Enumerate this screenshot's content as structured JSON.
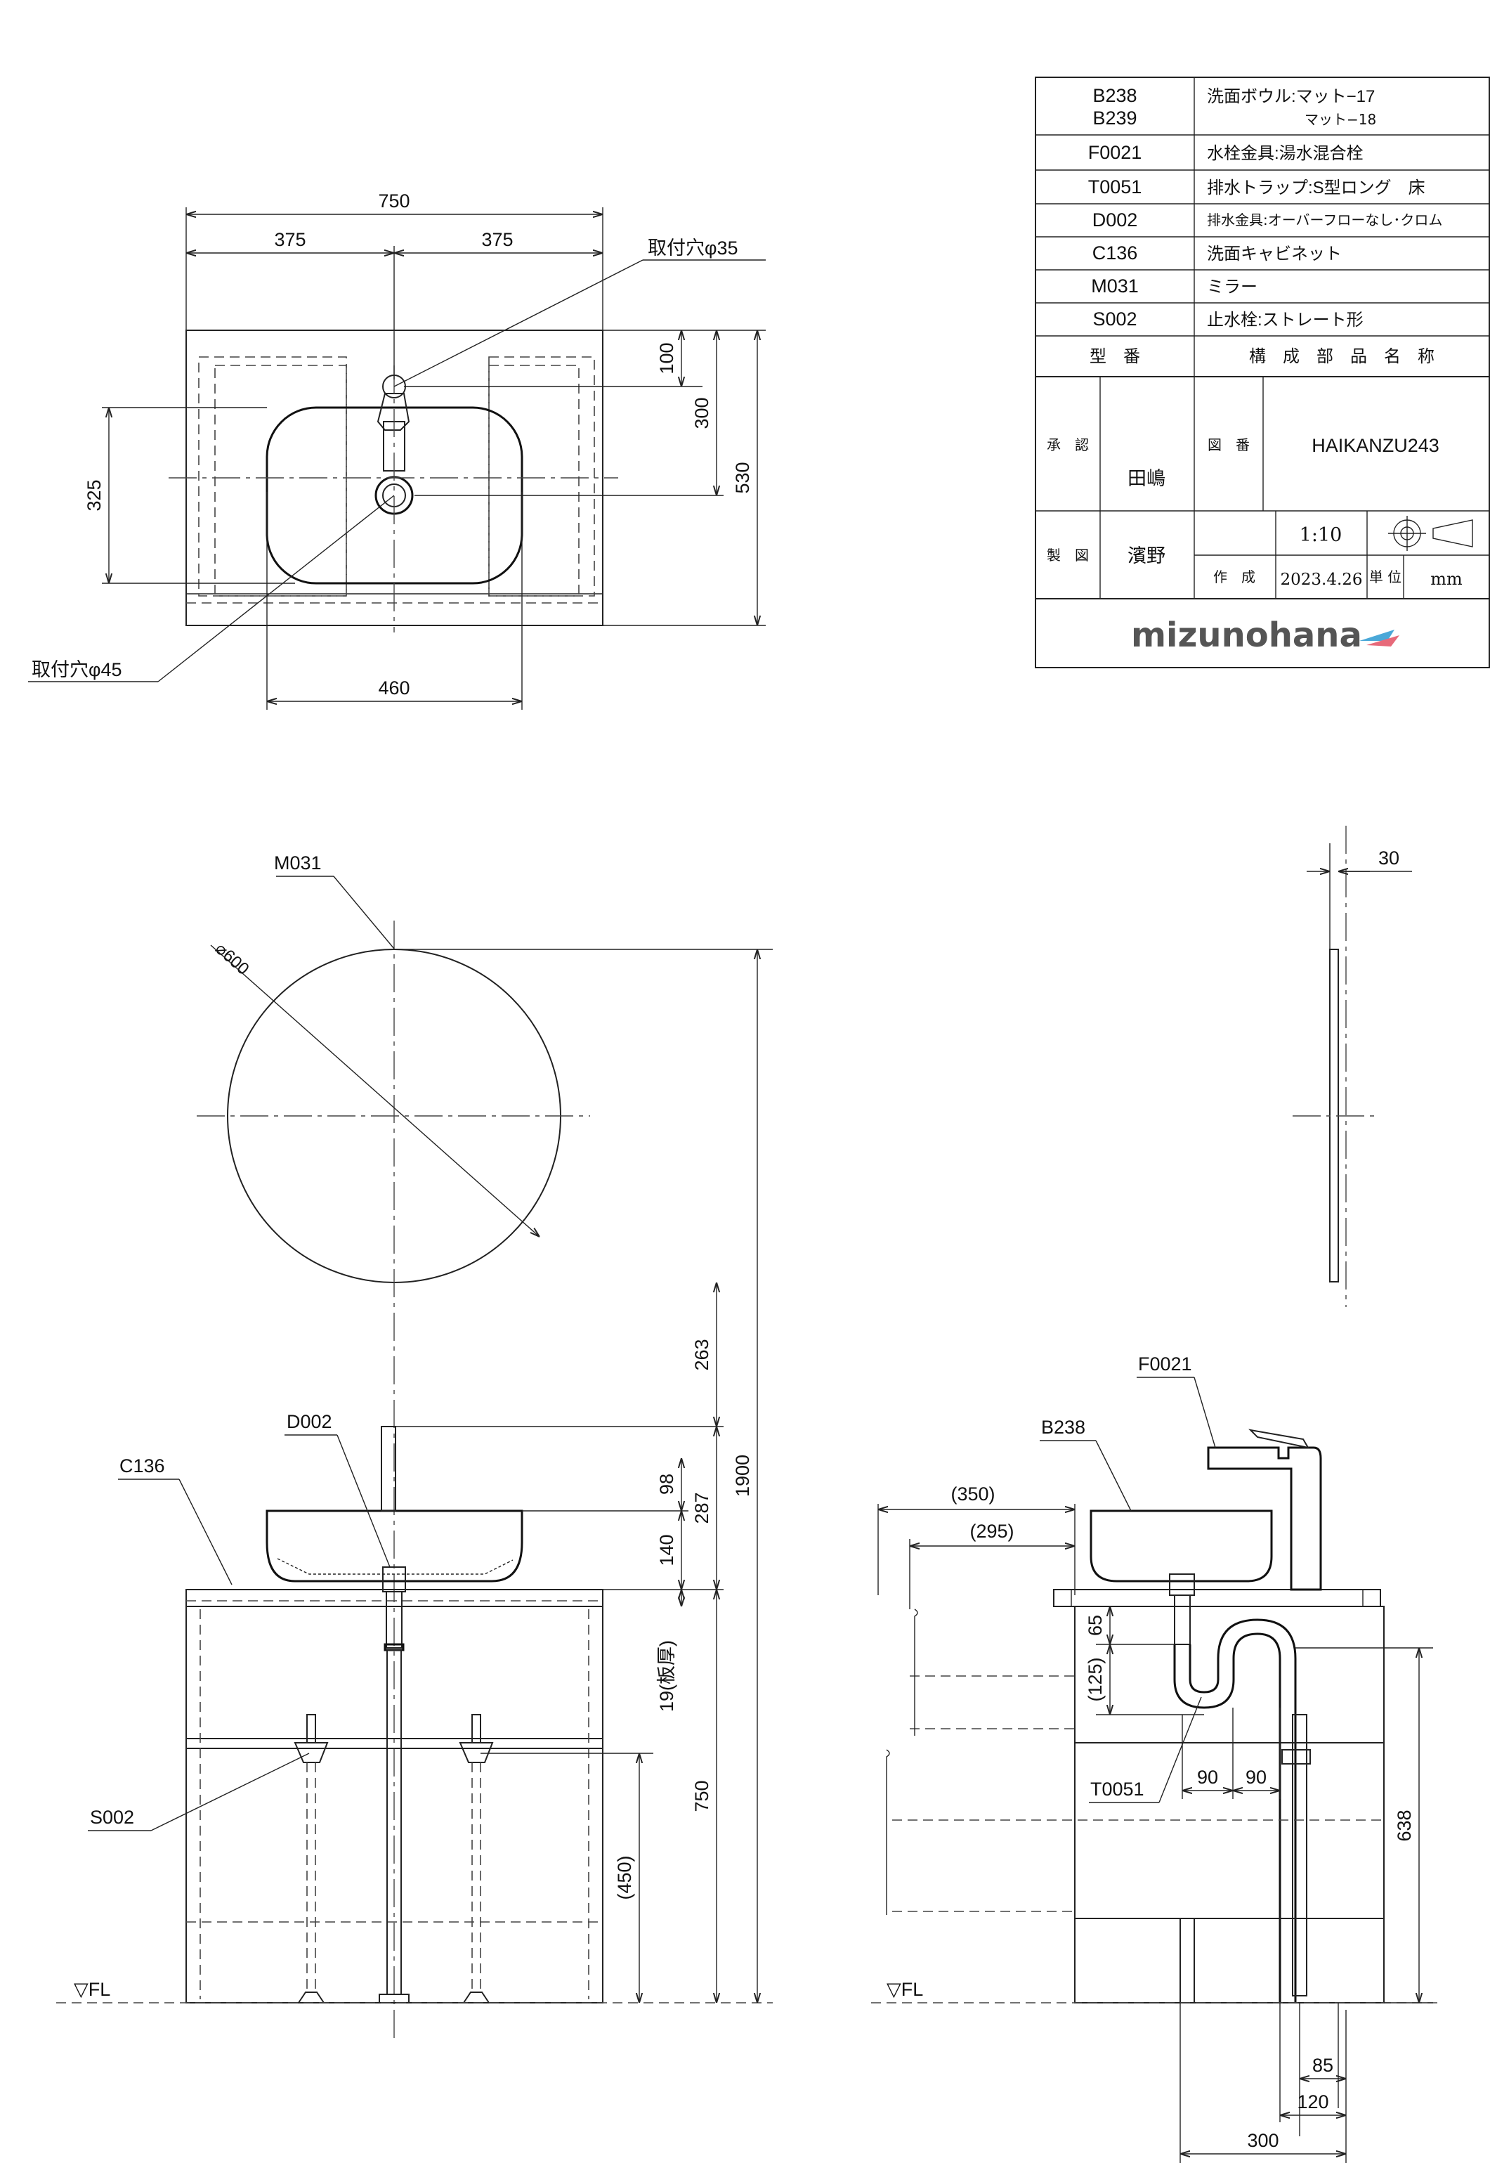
{
  "parts_table": {
    "rows": [
      {
        "code": "B238",
        "code2": "B239",
        "name": "洗面ボウル:マット−17",
        "name2": "マット−18"
      },
      {
        "code": "F0021",
        "name": "水栓金具:湯水混合栓"
      },
      {
        "code": "T0051",
        "name": "排水トラップ:S型ロング　床"
      },
      {
        "code": "D002",
        "name": "排水金具:オーバーフローなし･クロム"
      },
      {
        "code": "C136",
        "name": "洗面キャビネット"
      },
      {
        "code": "M031",
        "name": "ミラー"
      },
      {
        "code": "S002",
        "name": "止水栓:ストレート形"
      }
    ],
    "header_code": "型　番",
    "header_name": "構　成　部　品　名　称"
  },
  "title_block": {
    "approve_label": "承　認",
    "approver": "田嶋",
    "drafter_label": "製　図",
    "drafter": "濱野",
    "drawing_no_label": "図　番",
    "drawing_no": "HAIKANZU243",
    "scale": "1:10",
    "created_label": "作　成",
    "created_date": "2023.4.26",
    "unit_label": "単 位",
    "unit": "mm",
    "logo": "mizunohana"
  },
  "top_view": {
    "dim_total": "750",
    "dim_left": "375",
    "dim_right": "375",
    "hole_faucet": "取付穴φ35",
    "hole_drain": "取付穴φ45",
    "dim_100": "100",
    "dim_300": "300",
    "dim_530": "530",
    "dim_325": "325",
    "dim_460": "460"
  },
  "front_view": {
    "label_mirror": "M031",
    "mirror_dia": "⌀600",
    "label_drain": "D002",
    "label_cabinet": "C136",
    "label_stop": "S002",
    "fl": "▽FL",
    "dim_1900": "1900",
    "dim_263": "263",
    "dim_98": "98",
    "dim_287": "287",
    "dim_140": "140",
    "dim_19": "19(板厚)",
    "dim_750": "750",
    "dim_450": "(450)"
  },
  "side_view": {
    "dim_30": "30",
    "label_faucet": "F0021",
    "label_bowl": "B238",
    "dim_350": "(350)",
    "dim_295": "(295)",
    "dim_65": "65",
    "dim_125": "(125)",
    "label_trap": "T0051",
    "dim_90a": "90",
    "dim_90b": "90",
    "dim_638": "638",
    "fl": "▽FL",
    "dim_85": "85",
    "dim_120": "120",
    "dim_300": "300"
  }
}
